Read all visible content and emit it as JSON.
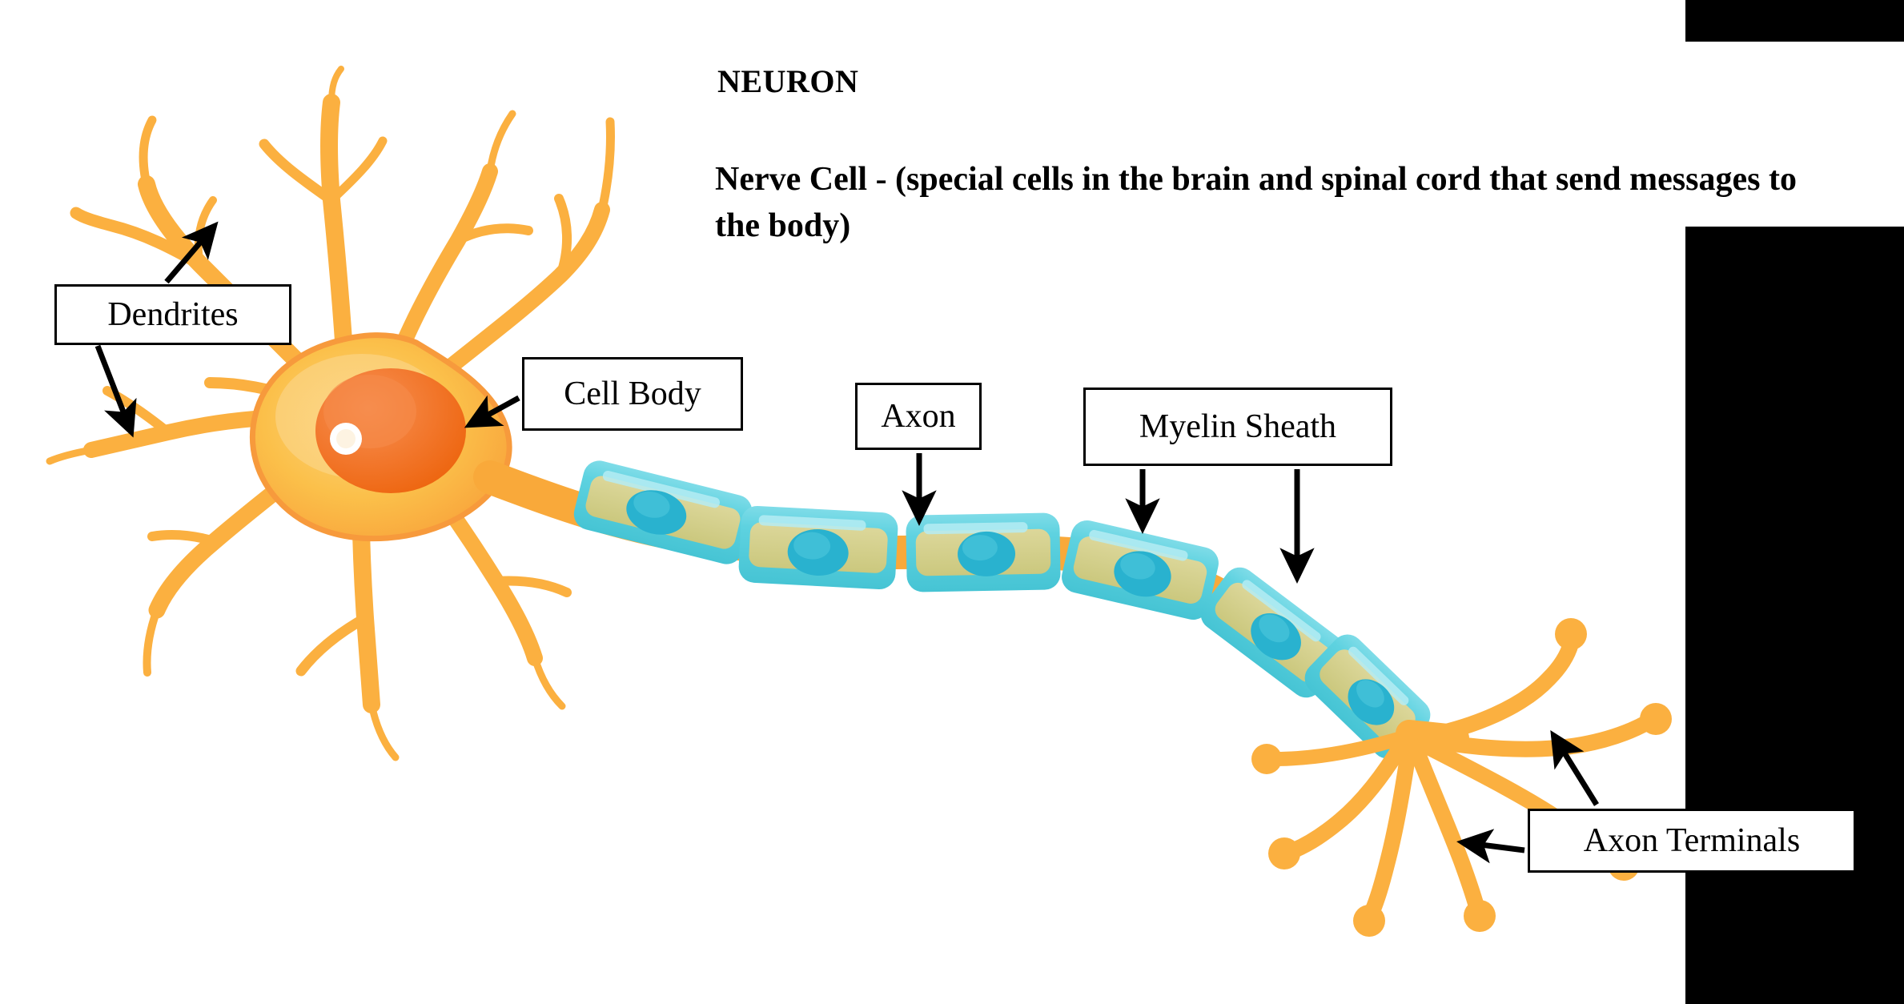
{
  "document": {
    "title": "NEURON",
    "subtitle": "Nerve Cell - (special cells in the brain and spinal cord that send messages to the body)"
  },
  "labels": {
    "dendrites": "Dendrites",
    "cell_body": "Cell Body",
    "axon": "Axon",
    "myelin_sheath": "Myelin Sheath",
    "axon_terminals": "Axon Terminals"
  },
  "colors": {
    "background": "#ffffff",
    "text": "#000000",
    "occluder": "#000000",
    "dendrite_orange": "#fbb040",
    "dendrite_light": "#fdd07a",
    "soma_fill": "#fbc04a",
    "soma_light": "#fcd277",
    "soma_edge": "#f79a3c",
    "nucleus": "#f06e22",
    "nucleus_light": "#f5863c",
    "nucleolus": "#ffffff",
    "axon_orange": "#f9a93a",
    "myelin_cyan": "#5ed2e0",
    "myelin_cyan_light": "#9ae6ee",
    "myelin_interior": "#d4d18a",
    "myelin_nucleus": "#29b2cf",
    "terminal_orange": "#fbb040",
    "label_border": "#000000",
    "label_fill": "#ffffff"
  },
  "diagram": {
    "type": "biological-diagram",
    "subject": "neuron",
    "parts": [
      {
        "name": "Dendrites",
        "count_branches": 9,
        "description": "branching orange tapering processes radiating from the cell body on the left"
      },
      {
        "name": "Cell Body",
        "description": "orange-yellow soma containing a darker orange nucleus with a white nucleolus"
      },
      {
        "name": "Axon",
        "description": "long orange fiber extending right from the soma, exposed at nodes of Ranvier"
      },
      {
        "name": "Myelin Sheath",
        "segment_count": 6,
        "description": "cyan Schwann-cell segments with khaki interiors and teal nuclei wrapping the axon"
      },
      {
        "name": "Axon Terminals",
        "count_branches": 7,
        "description": "orange branches ending in round synaptic bulbs at the lower right"
      }
    ],
    "annotation_arrows": [
      {
        "from": "Dendrites",
        "direction": "up-right"
      },
      {
        "from": "Dendrites",
        "direction": "down-right"
      },
      {
        "from": "Cell Body",
        "direction": "left-down"
      },
      {
        "from": "Axon",
        "direction": "down"
      },
      {
        "from": "Myelin Sheath",
        "direction": "down"
      },
      {
        "from": "Myelin Sheath",
        "direction": "down"
      },
      {
        "from": "Axon Terminals",
        "direction": "up-right"
      },
      {
        "from": "Axon Terminals",
        "direction": "left"
      }
    ]
  }
}
